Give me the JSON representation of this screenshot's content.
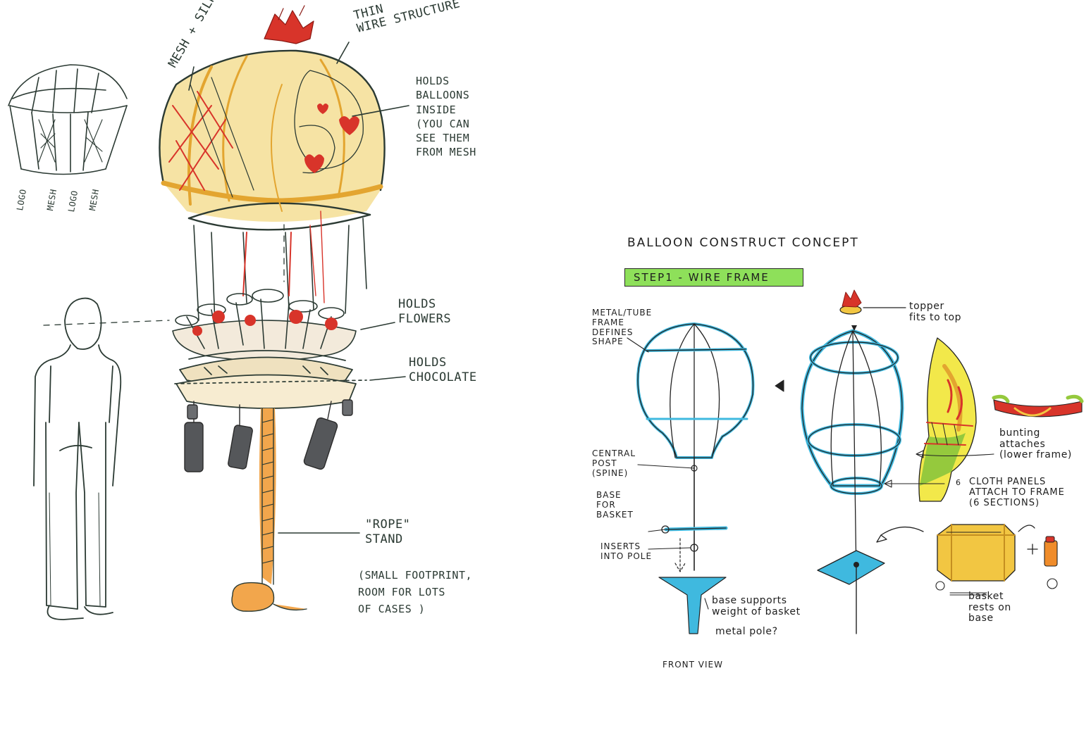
{
  "sketch_left": {
    "thin_wire_structure": "THIN\nWIRE STRUCTURE",
    "mesh_silk": "MESH + SILK",
    "holds_balloons": "HOLDS\nBALLOONS\nINSIDE\n(YOU CAN\nSEE THEM\nFROM MESH",
    "holds_flowers": "HOLDS\nFLOWERS",
    "holds_chocolate": "HOLDS\nCHOCOLATE",
    "rope_stand": "\"ROPE\"\nSTAND",
    "small_footprint": "(SMALL FOOTPRINT,\nROOM FOR LOTS\nOF CASES )",
    "panel_logo_1": "LOGO",
    "panel_mesh_1": "MESH",
    "panel_logo_2": "LOGO",
    "panel_mesh_2": "MESH"
  },
  "sketch_right": {
    "title": "BALLOON CONSTRUCT CONCEPT",
    "step": "STEP1 - WIRE FRAME",
    "metal_tube": "METAL/TUBE\nFRAME\nDEFINES\nSHAPE",
    "central_post": "CENTRAL\nPOST\n(SPINE)",
    "base_for_basket": "BASE\nFOR\nBASKET",
    "inserts_into_pole": "INSERTS\nINTO POLE",
    "topper": "topper\nfits to top",
    "bunting": "bunting\nattaches\n(lower frame)",
    "cloth_panels": "CLOTH PANELS\nATTACH TO FRAME\n(6 SECTIONS)",
    "base_supports": "base supports\nweight of basket",
    "metal_pole": "metal pole?",
    "basket_rests": "basket\nrests on\nbase",
    "front_view": "FRONT VIEW"
  },
  "colors": {
    "ink": "#2b3a33",
    "wire_blue": "#3fb9df",
    "marker_yellow": "#f2c642",
    "marker_orange": "#f08c2a",
    "marker_red": "#d8342a",
    "marker_green": "#8ee05a",
    "grey_case": "#55575a"
  }
}
